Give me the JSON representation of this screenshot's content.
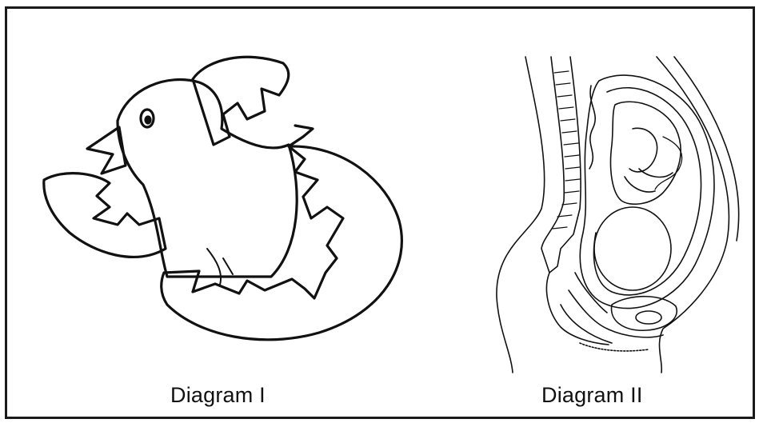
{
  "diagrams": [
    {
      "caption": "Diagram I",
      "subject": "chick-hatching-from-egg"
    },
    {
      "caption": "Diagram II",
      "subject": "fetus-in-womb-cross-section"
    }
  ],
  "colors": {
    "ink": "#111111",
    "background": "#ffffff",
    "frame": "#1a1a1a"
  }
}
